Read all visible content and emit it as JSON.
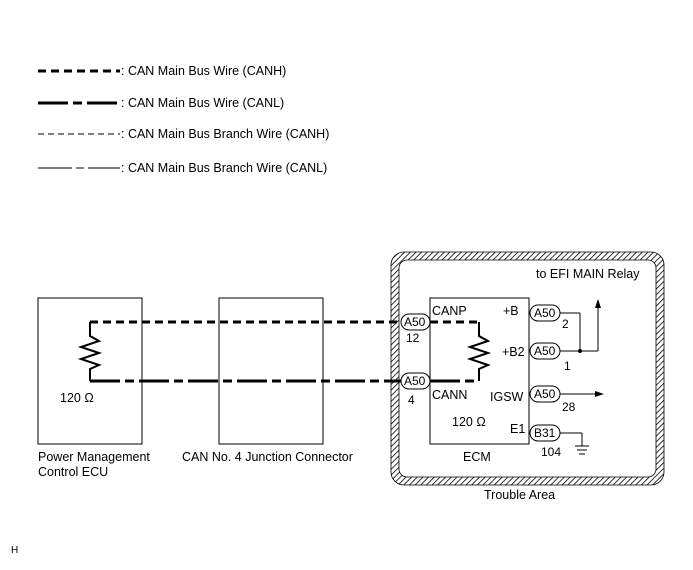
{
  "legend": [
    {
      "label": ": CAN Main Bus Wire (CANH)",
      "style": "canh-main"
    },
    {
      "label": ": CAN Main Bus Wire (CANL)",
      "style": "canl-main"
    },
    {
      "label": ": CAN Main Bus Branch Wire (CANH)",
      "style": "canh-branch"
    },
    {
      "label": ": CAN Main Bus Branch Wire (CANL)",
      "style": "canl-branch"
    }
  ],
  "pm_ecu": {
    "resistor": "120 Ω",
    "name_line1": "Power Management",
    "name_line2": "Control ECU"
  },
  "junction": {
    "name": "CAN No. 4 Junction Connector"
  },
  "ecm": {
    "name": "ECM",
    "resistor": "120 Ω",
    "canp": "CANP",
    "cann": "CANN",
    "plus_b": "+B",
    "plus_b2": "+B2",
    "igsw": "IGSW",
    "e1": "E1",
    "conn_canp": "A50",
    "pin_canp": "12",
    "conn_cann": "A50",
    "pin_cann": "4",
    "conn_b": "A50",
    "pin_b": "2",
    "conn_b2": "A50",
    "pin_b2": "1",
    "conn_igsw": "A50",
    "pin_igsw": "28",
    "conn_e1": "B31",
    "pin_e1": "104"
  },
  "efi_relay": "to EFI MAIN Relay",
  "trouble_area": "Trouble Area",
  "corner_mark": "H",
  "colors": {
    "line": "#000000",
    "background": "#ffffff"
  }
}
